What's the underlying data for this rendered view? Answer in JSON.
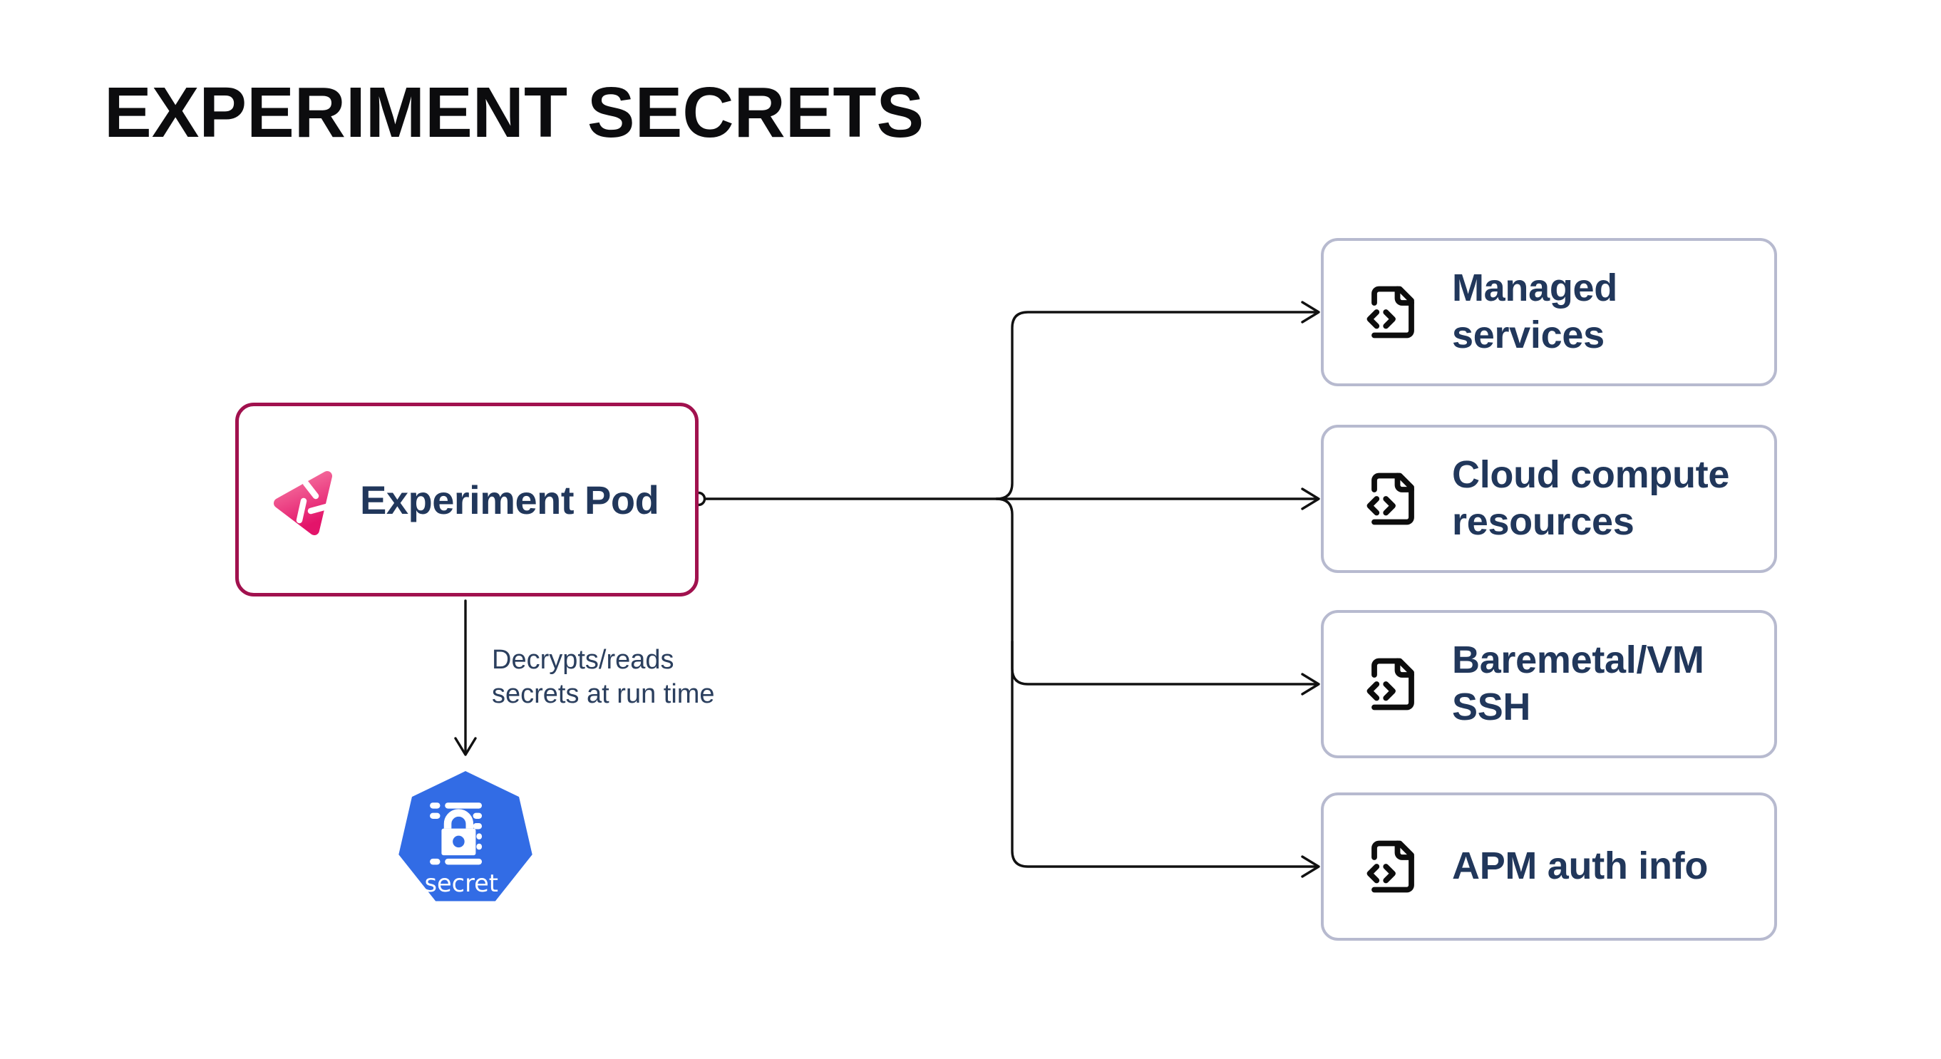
{
  "title": "EXPERIMENT SECRETS",
  "pod": {
    "label": "Experiment Pod",
    "icon": "litmus-chaos-logo"
  },
  "edge_annotation": {
    "line1": "Decrypts/reads",
    "line2": "secrets at run time"
  },
  "secret_node": {
    "label": "secret",
    "icon": "kubernetes-secret"
  },
  "targets": [
    {
      "label": "Managed services",
      "icon": "file-code"
    },
    {
      "label": "Cloud compute resources",
      "icon": "file-code"
    },
    {
      "label": "Baremetal/VM SSH",
      "icon": "file-code"
    },
    {
      "label": "APM auth info",
      "icon": "file-code"
    }
  ],
  "colors": {
    "pod_border": "#a1114e",
    "target_border": "#b7bacf",
    "label_navy": "#21375b",
    "annotation_navy": "#2b3f5e",
    "connector_black": "#111111",
    "kubernetes_blue": "#326ce5",
    "logo_pink_light": "#f holder",
    "logo_pink_top": "#f77ca5",
    "logo_pink_bottom": "#e3146a"
  }
}
